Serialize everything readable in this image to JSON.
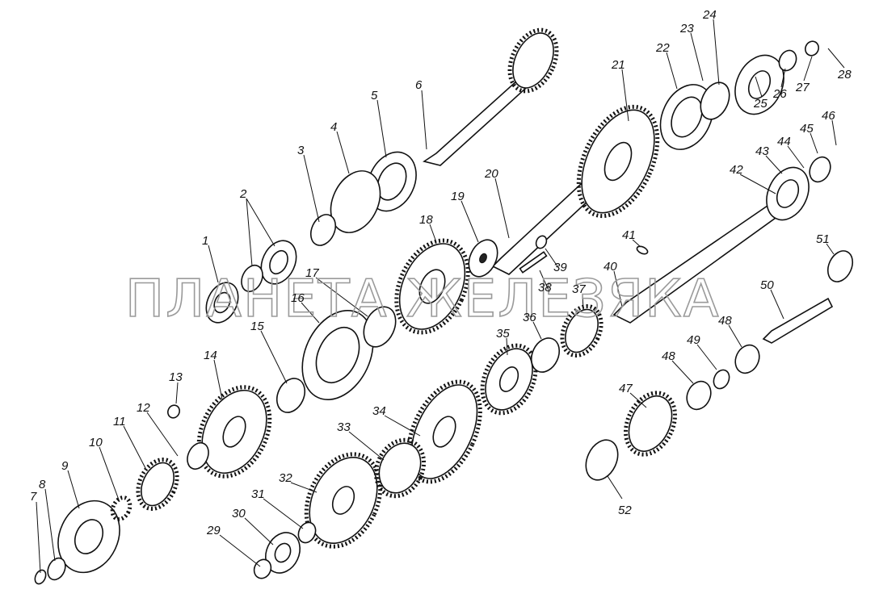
{
  "watermark": "ПЛАНЕТА ЖЕЛЕЗЯКА",
  "callouts": [
    "1",
    "2",
    "3",
    "4",
    "5",
    "6",
    "7",
    "8",
    "9",
    "10",
    "11",
    "12",
    "13",
    "14",
    "15",
    "16",
    "17",
    "18",
    "19",
    "20",
    "21",
    "22",
    "23",
    "24",
    "25",
    "26",
    "27",
    "28",
    "29",
    "30",
    "31",
    "32",
    "33",
    "34",
    "35",
    "36",
    "37",
    "38",
    "39",
    "40",
    "41",
    "42",
    "43",
    "44",
    "45",
    "46",
    "47",
    "48",
    "48",
    "49",
    "50",
    "51",
    "52"
  ]
}
